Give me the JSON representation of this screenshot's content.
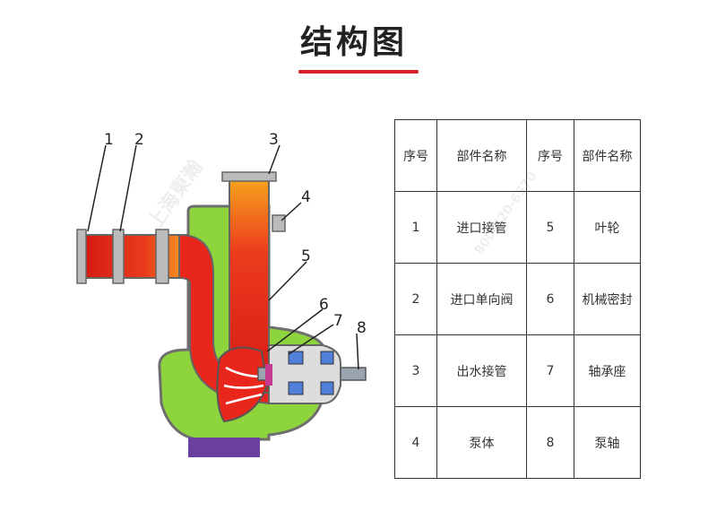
{
  "title": "结构图",
  "colors": {
    "accent": "#d61f2c",
    "pump_body": "#8ed43d",
    "flow": "#e8261c",
    "base": "#6a3fa0"
  },
  "callouts": [
    "1",
    "2",
    "3",
    "4",
    "5",
    "6",
    "7",
    "8"
  ],
  "table": {
    "headers": [
      "序号",
      "部件名称",
      "序号",
      "部件名称"
    ],
    "rows": [
      [
        "1",
        "进口接管",
        "5",
        "叶轮"
      ],
      [
        "2",
        "进口单向阀",
        "6",
        "机械密封"
      ],
      [
        "3",
        "出水接管",
        "7",
        "轴承座"
      ],
      [
        "4",
        "泵体",
        "8",
        "泵轴"
      ]
    ]
  },
  "watermark": {
    "text": "上海東瀚",
    "phone": "800-820-6570"
  }
}
